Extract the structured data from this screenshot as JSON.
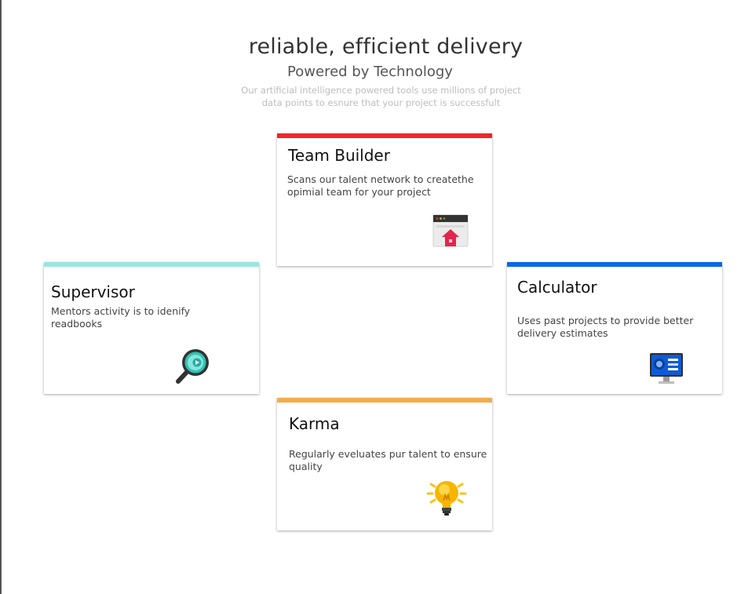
{
  "header": {
    "headline": "reliable, efficient delivery",
    "subheadline": "Powered by Technology",
    "tagline": "Our artificial intelligence powered tools use millions of project data points to esnure that your project is successfult"
  },
  "cards": {
    "team_builder": {
      "title": "Team Builder",
      "description": "Scans our talent network to createthe opimial  team for your project",
      "accent_color": "#f0262a",
      "icon": "browser-home-icon"
    },
    "supervisor": {
      "title": "Supervisor",
      "description": "Mentors activity is to idenify readbooks",
      "accent_color": "#9be6de",
      "icon": "magnifier-play-icon"
    },
    "calculator": {
      "title": "Calculator",
      "description": "Uses past projects to provide better delivery estimates",
      "accent_color": "#0b66ea",
      "icon": "monitor-dashboard-icon"
    },
    "karma": {
      "title": "Karma",
      "description": "Regularly eveluates pur talent to ensure quality",
      "accent_color": "#f1ad4c",
      "icon": "lightbulb-icon"
    }
  }
}
